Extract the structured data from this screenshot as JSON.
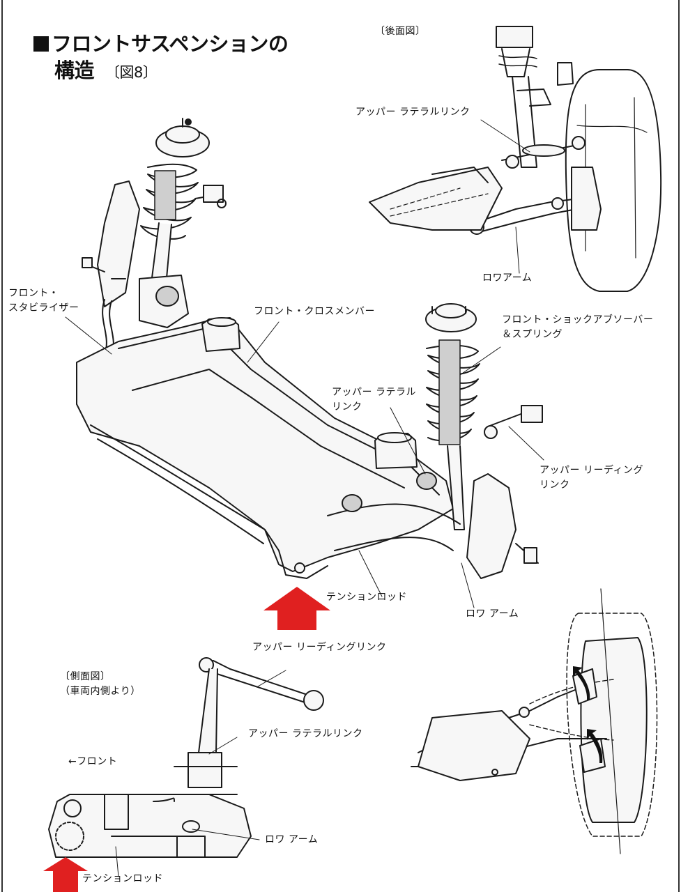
{
  "title": {
    "line1": "フロントサスペンションの",
    "line2": "構造",
    "figure_ref": "〔図8〕"
  },
  "rear_view": {
    "caption": "〔後面図〕",
    "upper_lateral_link": "アッパー ラテラルリンク",
    "lower_arm": "ロワアーム"
  },
  "main_view": {
    "front_stabilizer_1": "フロント・",
    "front_stabilizer_2": "スタビライザー",
    "front_crossmember": "フロント・クロスメンバー",
    "shock_absorber_1": "フロント・ショックアブソーバー",
    "shock_absorber_2": "＆スプリング",
    "upper_lateral_link_1": "アッパー ラテラル",
    "upper_lateral_link_2": "リンク",
    "upper_leading_link_1": "アッパー リーディング",
    "upper_leading_link_2": "リンク",
    "tension_rod": "テンションロッド",
    "lower_arm": "ロワ アーム"
  },
  "side_view": {
    "caption_1": "〔側面図〕",
    "caption_2": "（車両内側より）",
    "front_marker": "←フロント",
    "upper_leading_link": "アッパー リーディングリンク",
    "upper_lateral_link": "アッパー ラテラルリンク",
    "lower_arm": "ロワ アーム",
    "tension_rod": "テンションロッド"
  },
  "colors": {
    "arrow": "#e02020",
    "line": "#1a1a1a",
    "fill": "#f7f7f7"
  }
}
